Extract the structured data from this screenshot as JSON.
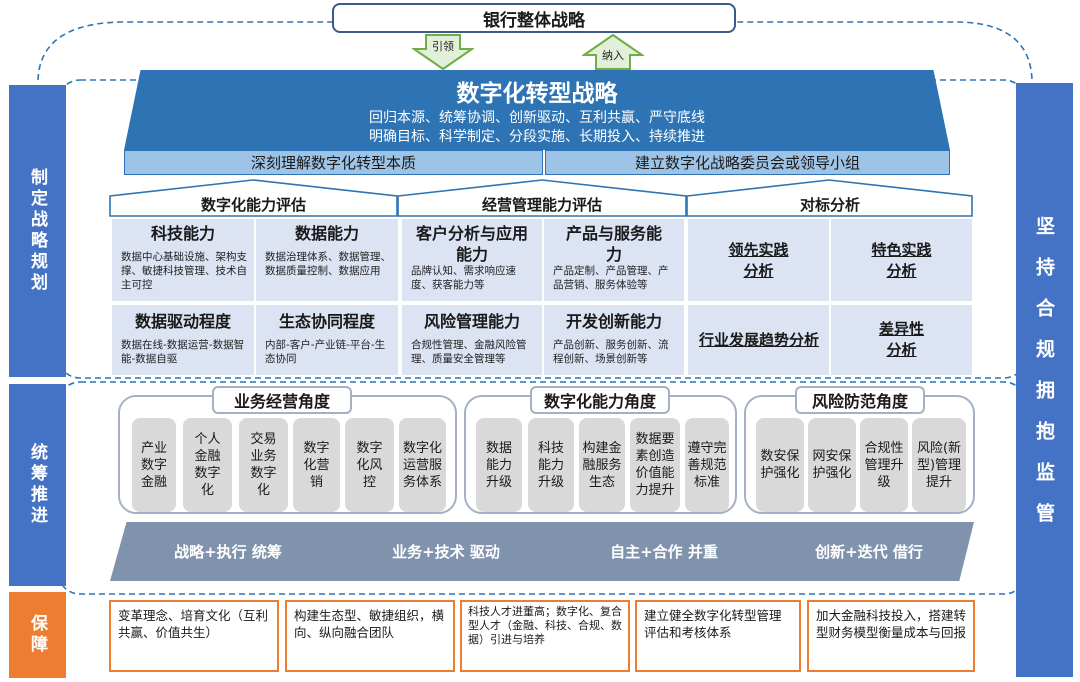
{
  "top": {
    "title": "银行整体战略",
    "arrow_left": "引领",
    "arrow_right": "纳入"
  },
  "roof": {
    "title": "数字化转型战略",
    "line1": "回归本源、统筹协调、创新驱动、互利共赢、严守底线",
    "line2": "明确目标、科学制定、分段实施、长期投入、持续推进",
    "bar_left": "深刻理解数字化转型本质",
    "bar_right": "建立数字化战略委员会或领导小组"
  },
  "sidebars": {
    "left_top": "制定战略规划",
    "left_mid": "统筹推进",
    "left_bot": "保障",
    "right": "坚持合规拥抱监管"
  },
  "assess": {
    "titles": [
      "数字化能力评估",
      "经营管理能力评估",
      "对标分析"
    ],
    "cells": [
      {
        "title": "科技能力",
        "desc": "数据中心基础设施、架构支撑、敏捷科技管理、技术自主可控"
      },
      {
        "title": "数据能力",
        "desc": "数据治理体系、数据管理、数据质量控制、数据应用"
      },
      {
        "title": "客户分析与应用能力",
        "desc": "品牌认知、需求响应速度、获客能力等"
      },
      {
        "title": "产品与服务能力",
        "desc": "产品定制、产品管理、产品营销、服务体验等"
      },
      {
        "title": "数据驱动程度",
        "desc": "数据在线-数据运营-数据智能-数据自驱"
      },
      {
        "title": "生态协同程度",
        "desc": "内部-客户-产业链-平台-生态协同"
      },
      {
        "title": "风险管理能力",
        "desc": "合规性管理、金融风险管理、质量安全管理等"
      },
      {
        "title": "开发创新能力",
        "desc": "产品创新、服务创新、流程创新、场景创新等"
      }
    ],
    "benchmark": [
      "领先实践分析",
      "特色实践分析",
      "行业发展趋势分析",
      "差异性分析"
    ]
  },
  "groups": [
    {
      "title": "业务经营角度",
      "items": [
        "产业数字金融",
        "个人金融数字化",
        "交易业务数字化",
        "数字化营销",
        "数字化风控",
        "数字化运营服务体系"
      ]
    },
    {
      "title": "数字化能力角度",
      "items": [
        "数据能力升级",
        "科技能力升级",
        "构建金融服务生态",
        "数据要素创造价值能力提升",
        "遵守完善规范标准"
      ]
    },
    {
      "title": "风险防范角度",
      "items": [
        "数安保护强化",
        "网安保护强化",
        "合规性管理升级",
        "风险(新型)管理提升"
      ]
    }
  ],
  "principles": [
    "战略+执行 统筹",
    "业务+技术 驱动",
    "自主+合作 并重",
    "创新+迭代 借行"
  ],
  "guarantees": [
    "变革理念、培育文化（互利共赢、价值共生）",
    "构建生态型、敏捷组织，横向、纵向融合团队",
    "科技人才进董高；数字化、复合型人才（金融、科技、合规、数据）引进与培养",
    "建立健全数字化转型管理评估和考核体系",
    "加大金融科技投入，搭建转型财务模型衡量成本与回报"
  ],
  "colors": {
    "roof": "#2e74b5",
    "sidebar": "#4472c4",
    "cell": "#dce3f3",
    "paral": "#8093ad",
    "guarantee": "#ed7d31",
    "item": "#d9d9d9"
  }
}
